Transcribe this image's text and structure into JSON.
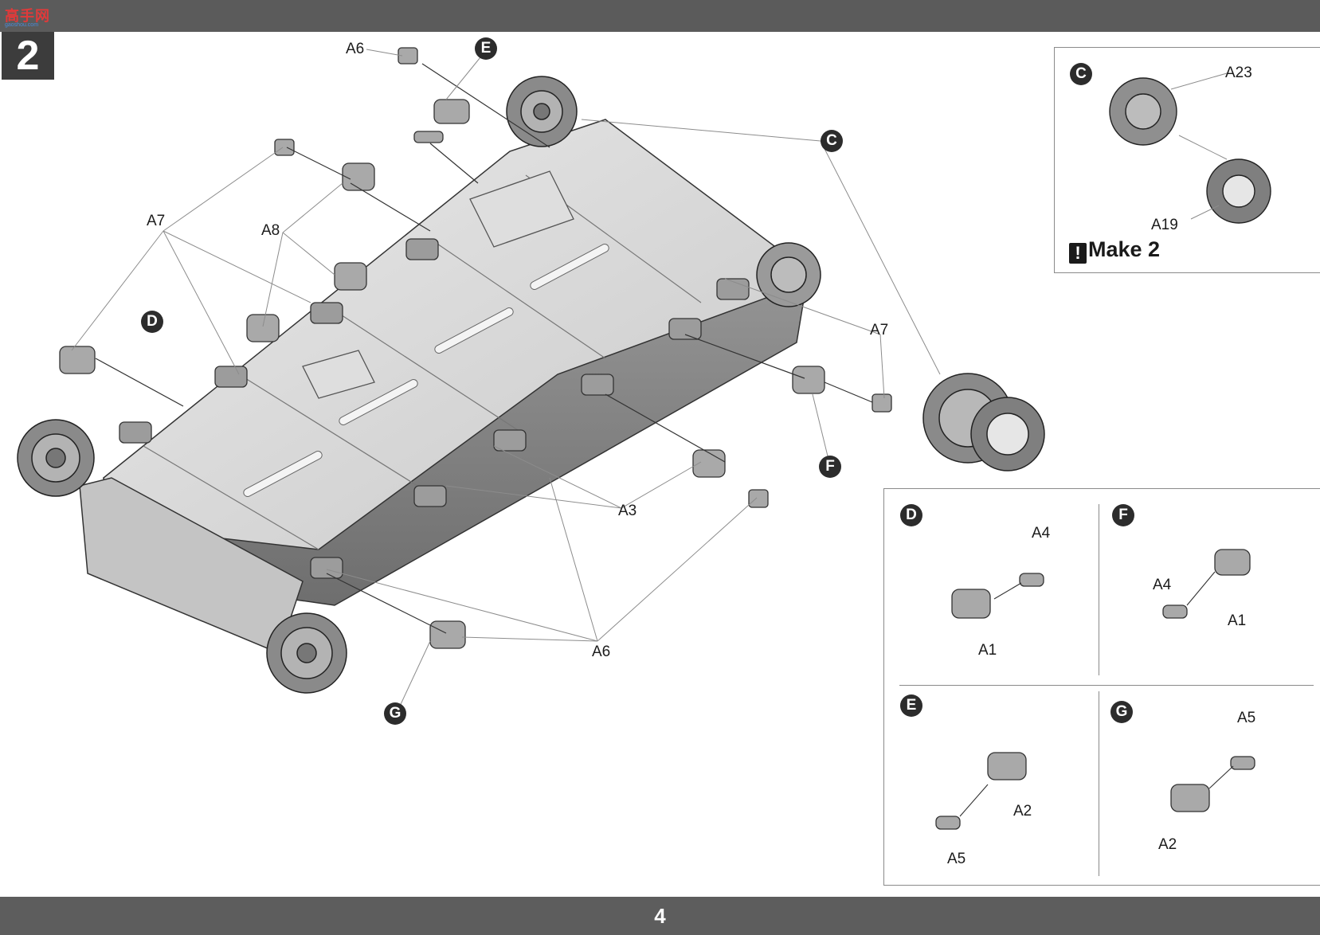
{
  "header": {
    "logo_text": "高手网",
    "logo_sub": "gaoshou.com"
  },
  "step": {
    "number": "2"
  },
  "page": {
    "number": "4"
  },
  "callouts": {
    "C": "C",
    "D": "D",
    "E": "E",
    "F": "F",
    "G": "G"
  },
  "main_labels": {
    "a6_top": "A6",
    "a7_left": "A7",
    "a8": "A8",
    "a7_right": "A7",
    "a3": "A3",
    "a6_bottom": "A6"
  },
  "inset_c": {
    "label": "C",
    "part_upper": "A23",
    "part_lower": "A19",
    "note": "Make 2"
  },
  "inset_d": {
    "label": "D",
    "part_a": "A4",
    "part_b": "A1"
  },
  "inset_f": {
    "label": "F",
    "part_a": "A4",
    "part_b": "A1"
  },
  "inset_e": {
    "label": "E",
    "part_a": "A2",
    "part_b": "A5"
  },
  "inset_g": {
    "label": "G",
    "part_a": "A5",
    "part_b": "A2"
  }
}
